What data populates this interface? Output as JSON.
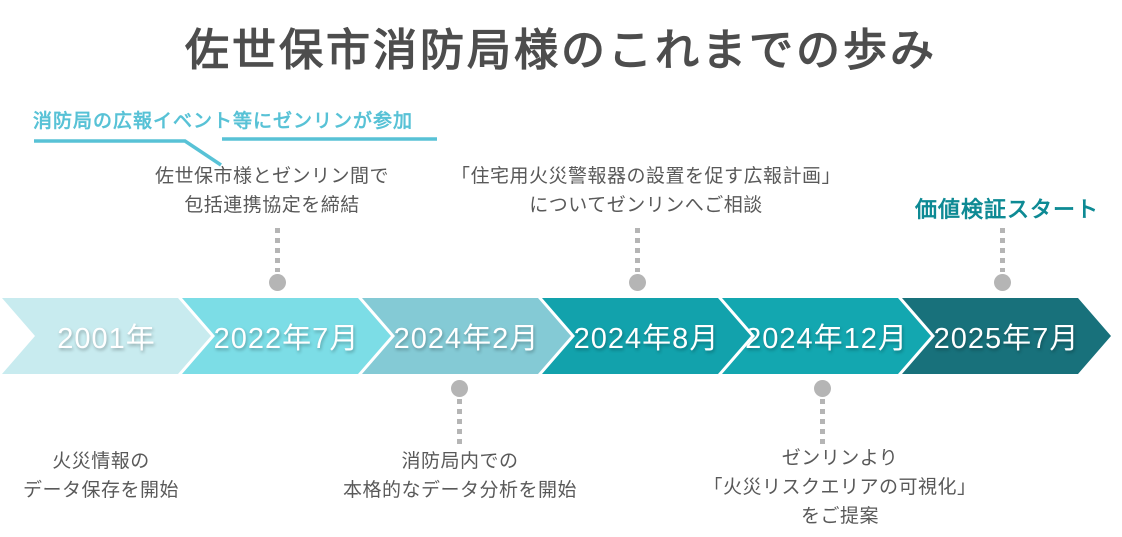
{
  "title": "佐世保市消防局様のこれまでの歩み",
  "callout": {
    "label": "消防局の広報イベント等にゼンリンが参加",
    "color": "#58c2d6"
  },
  "annotations_top": [
    {
      "lines": [
        "佐世保市様とゼンリン間で",
        "包括連携協定を締結"
      ]
    },
    {
      "lines": [
        "「住宅用火災警報器の設置を促す広報計画」",
        "についてゼンリンへご相談"
      ]
    }
  ],
  "start_label": {
    "text": "価値検証スタート",
    "color": "#0e8a94"
  },
  "annotations_bottom": [
    {
      "lines": [
        "火災情報の",
        "データ保存を開始"
      ]
    },
    {
      "lines": [
        "消防局内での",
        "本格的なデータ分析を開始"
      ]
    },
    {
      "lines": [
        "ゼンリンより",
        "「火災リスクエリアの可視化」",
        "をご提案"
      ]
    }
  ],
  "timeline": {
    "segments": [
      {
        "label": "2001年",
        "color": "#c8ebef"
      },
      {
        "label": "2022年7月",
        "color": "#7cdde6"
      },
      {
        "label": "2024年2月",
        "color": "#84cad5"
      },
      {
        "label": "2024年8月",
        "color": "#12a2ac"
      },
      {
        "label": "2024年12月",
        "color": "#13a7b0"
      },
      {
        "label": "2025年7月",
        "color": "#18717b"
      }
    ],
    "label_color": "#ffffff"
  },
  "connector_color": "#b5b5b5"
}
